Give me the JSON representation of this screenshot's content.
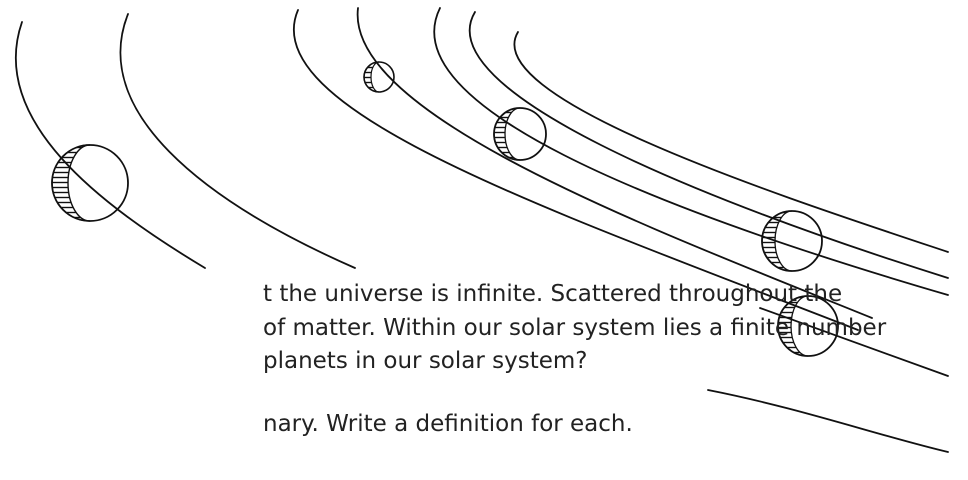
{
  "passage": {
    "line1": {
      "before": "t the universe is ",
      "term": "infinite",
      "after": ". Scattered throughout the"
    },
    "line2": {
      "before": "of matter. Within our solar system lies a ",
      "term": "finite",
      "after": " number"
    },
    "line3": "planets in our solar system?",
    "line4": "nary. Write a definition for each."
  },
  "illustration": {
    "subject": "planets-on-orbits",
    "planet_count": 5,
    "ink_color": "#111111"
  }
}
